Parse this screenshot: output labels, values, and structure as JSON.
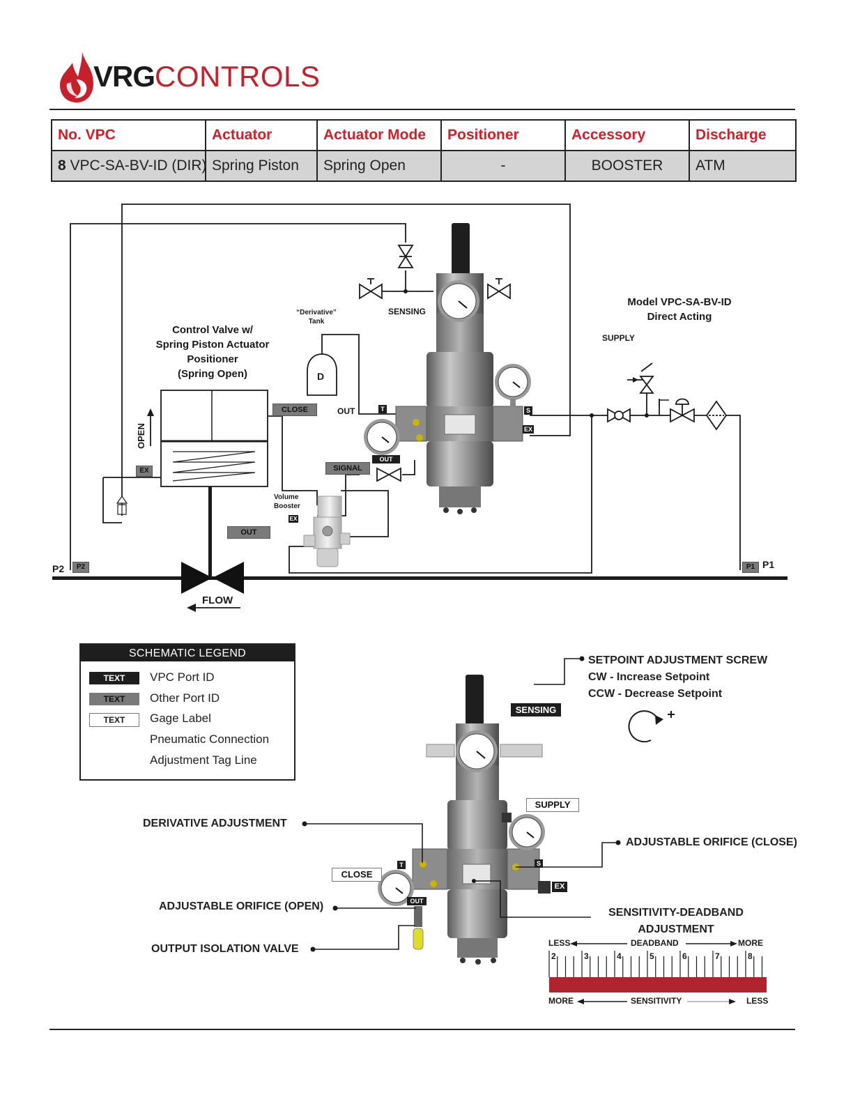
{
  "brand": {
    "name_bold": "VRG",
    "name_light": "CONTROLS",
    "color": "#c8202a"
  },
  "spec_table": {
    "headers": [
      "No. VPC",
      "Actuator",
      "Actuator Mode",
      "Positioner",
      "Accessory",
      "Discharge"
    ],
    "row": {
      "number": "8",
      "model": "VPC-SA-BV-ID (DIR)",
      "actuator": "Spring Piston",
      "mode": "Spring Open",
      "positioner": "-",
      "accessory": "BOOSTER",
      "discharge": "ATM"
    }
  },
  "schematic": {
    "control_valve_label": [
      "Control Valve w/",
      "Spring Piston Actuator",
      "Positioner",
      "(Spring Open)"
    ],
    "model_label": [
      "Model VPC-SA-BV-ID",
      "Direct Acting"
    ],
    "derivative_tank_label": [
      "“Derivative”",
      "Tank"
    ],
    "tank_letter": "D",
    "sensing": "SENSING",
    "supply": "SUPPLY",
    "open": "OPEN",
    "flow": "FLOW",
    "out_label": "OUT",
    "volume_booster": [
      "Volume",
      "Booster"
    ],
    "p1": "P1",
    "p2": "P2",
    "port_tags": {
      "close": "CLOSE",
      "signal": "SIGNAL",
      "out": "OUT",
      "ex": "EX",
      "p1": "P1",
      "p2": "P2",
      "t": "T",
      "s": "S"
    }
  },
  "legend": {
    "title": "SCHEMATIC LEGEND",
    "swatch_text": "TEXT",
    "items": [
      "VPC Port ID",
      "Other Port ID",
      "Gage Label",
      "Pneumatic Connection",
      "Adjustment Tag Line"
    ]
  },
  "adjustments": {
    "setpoint": [
      "SETPOINT ADJUSTMENT SCREW",
      "CW - Increase Setpoint",
      "CCW - Decrease Setpoint"
    ],
    "derivative": "DERIVATIVE ADJUSTMENT",
    "orifice_close": "ADJUSTABLE ORIFICE (CLOSE)",
    "orifice_open": "ADJUSTABLE ORIFICE (OPEN)",
    "isolation": "OUTPUT ISOLATION VALVE",
    "sensitivity": [
      "SENSITIVITY-DEADBAND",
      "ADJUSTMENT"
    ],
    "tags": {
      "sensing": "SENSING",
      "supply": "SUPPLY",
      "close": "CLOSE",
      "t": "T",
      "s": "S",
      "ex": "EX",
      "out": "OUT"
    }
  },
  "deadband_scale": {
    "top_left": "LESS",
    "top_mid": "DEADBAND",
    "top_right": "MORE",
    "bottom_left": "MORE",
    "bottom_mid": "SENSITIVITY",
    "bottom_right": "LESS",
    "numbers": [
      "2",
      "3",
      "4",
      "5",
      "6",
      "7",
      "8"
    ],
    "bar_color": "#b0242e"
  }
}
